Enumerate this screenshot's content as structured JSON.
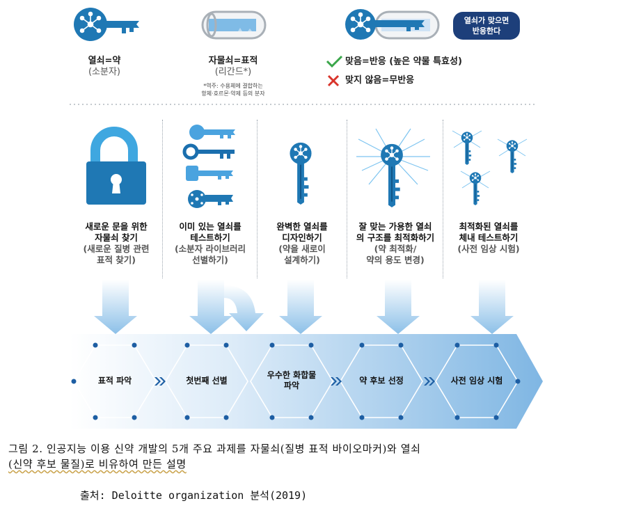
{
  "legend": {
    "key": {
      "title": "열쇠=약",
      "sub": "(소분자)"
    },
    "lock": {
      "title": "자물쇠=표적",
      "sub": "(리간드*)",
      "note1": "*역주: 수용체에 결합하는",
      "note2": "항체·호르몬·약제 등의 분자"
    },
    "match": {
      "yes": "맞음=반응 (높은 약물 특효성)",
      "no": "맞지 않음=무반응"
    },
    "pill": {
      "line1": "열쇠가 맞으면",
      "line2": "반응한다"
    }
  },
  "steps": [
    {
      "title1": "새로운 문을 위한",
      "title2": "자물쇠 찾기",
      "sub1": "(새로운 질병 관련",
      "sub2": "표적 찾기)"
    },
    {
      "title1": "이미 있는 열쇠를",
      "title2": "테스트하기",
      "sub1": "(소분자 라이브러리",
      "sub2": "선별하기)"
    },
    {
      "title1": "완벽한 열쇠를",
      "title2": "디자인하기",
      "sub1": "(약을 새로이",
      "sub2": "설계하기)"
    },
    {
      "title1": "잘 맞는 가용한 열쇠",
      "title2": "의 구조를 최적화하기",
      "sub1": "(약 최적화/",
      "sub2": "약의 용도 변경)"
    },
    {
      "title1": "최적화된 열쇠를",
      "title2": "체내 테스트하기",
      "sub1": "(사전 임상 시험)",
      "sub2": ""
    }
  ],
  "pipeline": [
    "표적 파악",
    "첫번째 선별",
    "우수한 화합물",
    "파악",
    "약 후보 선정",
    "사전 임상 시험"
  ],
  "caption": {
    "line1": "그림 2. 인공지능 이용 신약 개발의 5개 주요 과제를 자물쇠(질병 표적 바이오마커)와 열쇠",
    "line2": "(신약 후보 물질)로 비유하여 만든 설명"
  },
  "source": "출처: Deloitte organization 분석(2019)",
  "colors": {
    "key_blue": "#1f78b4",
    "dark_blue": "#1b5c91",
    "navy": "#1d3f7a",
    "light_blue": "#cfe3f5",
    "check": "#3aa64a",
    "cross": "#d9342b"
  }
}
